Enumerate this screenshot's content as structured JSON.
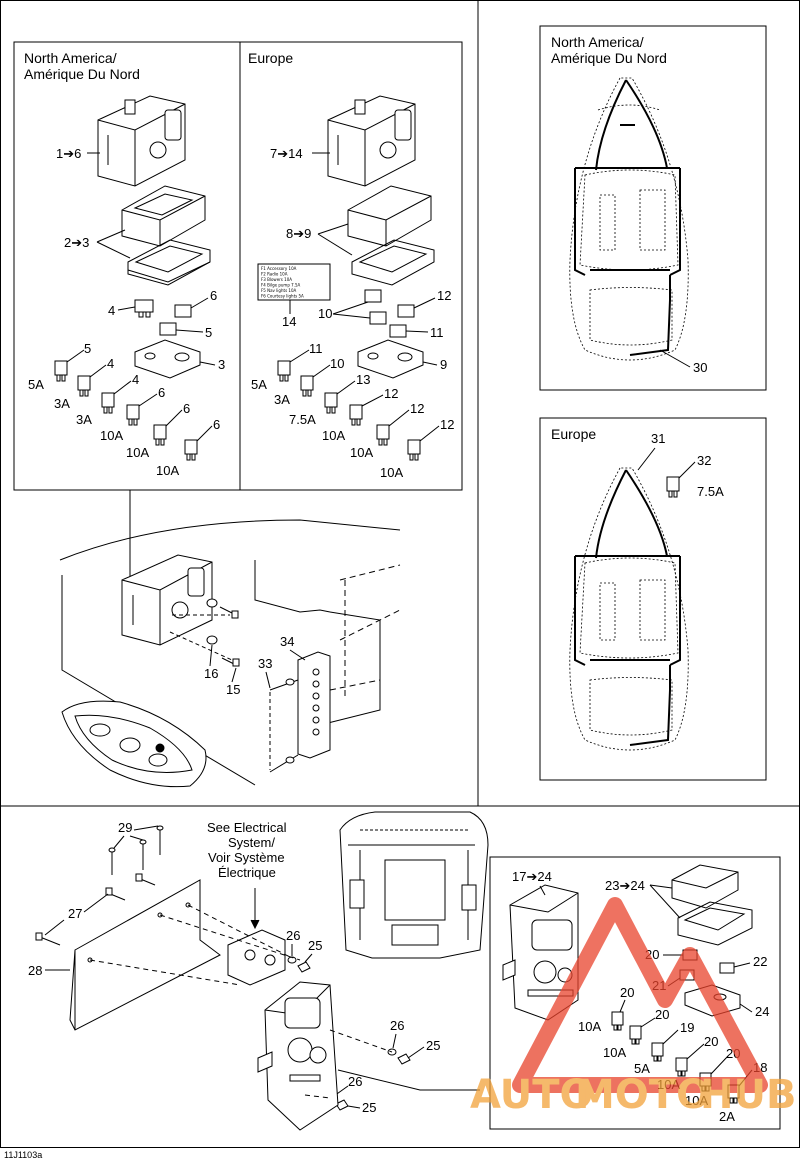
{
  "panels": {
    "top_left_na_title": "North America/\nAmérique Du Nord",
    "top_left_eu_title": "Europe",
    "top_right_na_title": "North America/\nAmérique Du Nord",
    "right_europe_title": "Europe",
    "see_electrical": "See Electrical\nSystem/\nVoir Système\nÉlectrique"
  },
  "callouts_na": {
    "c1_6": "1➔6",
    "c2_3": "2➔3",
    "c4": "4",
    "c6a": "6",
    "c5a": "5",
    "c3": "3",
    "c5b": "5",
    "c5A": "5A",
    "c4b": "4",
    "c3A_a": "3A",
    "c4c": "4",
    "c3A_b": "3A",
    "c6b": "6",
    "c10A_a": "10A",
    "c6c": "6",
    "c10A_b": "10A",
    "c6d": "6",
    "c10A_c": "10A"
  },
  "callouts_eu": {
    "c7_14": "7➔14",
    "c8_9": "8➔9",
    "c14": "14",
    "c12a": "12",
    "c10": "10",
    "c11a": "11",
    "c11b": "11",
    "c9": "9",
    "c5A": "5A",
    "c10b": "10",
    "c3A": "3A",
    "c13": "13",
    "c7_5A": "7.5A",
    "c12b": "12",
    "c10A_a": "10A",
    "c12c": "12",
    "c10A_b": "10A",
    "c12d": "12",
    "c10A_c": "10A"
  },
  "fuse_label_lines": [
    "F1 Accessory   10A",
    "F2 Radio       10A",
    "F3 Blowers     10A",
    "F4 Bilge pump  7.5A",
    "F5 Nav lights  10A",
    "F6 Courtesy lights 5A"
  ],
  "callouts_mid": {
    "c16": "16",
    "c15": "15",
    "c33": "33",
    "c34": "34",
    "c30": "30",
    "c31": "31",
    "c32": "32",
    "c7_5A": "7.5A"
  },
  "callouts_bottom": {
    "c29": "29",
    "c27": "27",
    "c28": "28",
    "c26a": "26",
    "c25a": "25",
    "c26b": "26",
    "c25b": "25",
    "c26c": "26",
    "c25c": "25",
    "c17_24": "17➔24",
    "c23_24": "23➔24",
    "c20a": "20",
    "c22": "22",
    "c21": "21",
    "c24": "24",
    "c20b": "20",
    "c10A_a": "10A",
    "c20c": "20",
    "c19": "19",
    "c10A_b": "10A",
    "c20d": "20",
    "c5A": "5A",
    "c20e": "20",
    "c10A_c": "10A",
    "c18": "18",
    "c10A_d": "10A",
    "c2A": "2A"
  },
  "footer_code": "11J1103a",
  "watermark": {
    "text_a": "AUTO",
    "text_b": "MOTO",
    "text_c": "HUB",
    "color_red": "#e8432c",
    "color_amber": "#f2a23a"
  }
}
